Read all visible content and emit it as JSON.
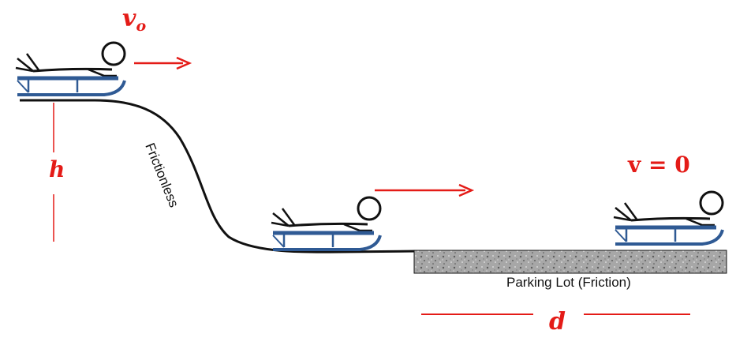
{
  "diagram": {
    "labels": {
      "initial_velocity_symbol": "v",
      "initial_velocity_subscript": "o",
      "height_symbol": "h",
      "final_velocity": "v = 0",
      "slope_label": "Frictionless",
      "surface_label": "Parking Lot (Friction)",
      "distance_symbol": "d"
    },
    "colors": {
      "arrow": "#e41b17",
      "label_red": "#e41b17",
      "sled_blue": "#2f5a94",
      "track": "#111111",
      "pavement": "#9c9c9c"
    }
  }
}
